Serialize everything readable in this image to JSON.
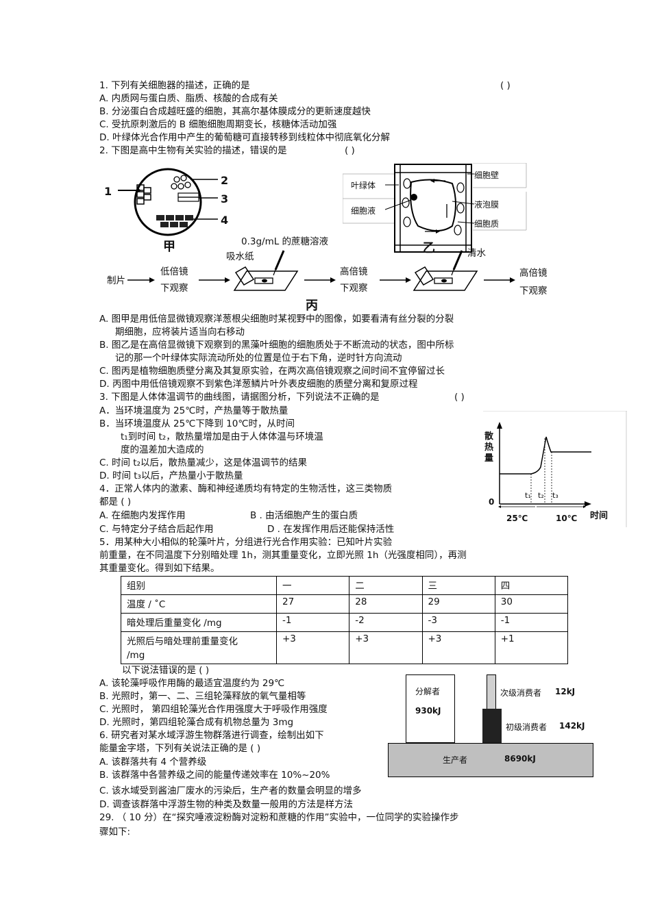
{
  "q1": {
    "stem": "1. 下列有关细胞器的描述，正确的是",
    "bracket": "(      )",
    "options": [
      "A.  内质网与蛋白质、脂质、核酸的合成有关",
      "B.  分泌蛋白合成越旺盛的细胞，其高尔基体膜成分的更新速度越快",
      "C.  受抗原刺激后的     B 细胞细胞周期变长，核糖体活动加强",
      "D.  叶绿体光合作用中产生的葡萄糖可直接转移到线粒体中彻底氧化分解"
    ]
  },
  "q2": {
    "stem": "2. 下图是高中生物有关实验的描述，错误的是",
    "bracket": "(      )",
    "fig_jia": {
      "labels": [
        "1",
        "2",
        "3",
        "4"
      ],
      "caption": "甲"
    },
    "fig_yi": {
      "left_labels": [
        "叶绿体",
        "细胞液"
      ],
      "right_labels": [
        "细胞壁",
        "液泡膜",
        "细胞质"
      ],
      "caption": "乙"
    },
    "fig_bing": {
      "step_zhipian": "制片",
      "step_low1": "低倍镜",
      "step_low2": "下观察",
      "sucrose": "0.3g/mL  的蔗糖溶液",
      "absorbent": "吸水纸",
      "step_high1": "高倍镜",
      "step_high2": "下观察",
      "water": "清水",
      "step_high3": "高倍镜",
      "step_high4": "下观察",
      "caption": "丙"
    },
    "options": [
      "A.  图甲是用低倍显微镜观察洋葱根尖细胞时某视野中的图像，如要看清有丝分裂的分裂",
      "期细胞，应将装片适当向右移动",
      "B.  图乙是在高倍显微镜下观察到的黑藻叶细胞的细胞质处于不断流动的状态，图中所标",
      "记的那一个叶绿体实际流动所处的位置是位于右下角，逆时针方向流动",
      "C.  图丙是植物细胞质壁分离及其复原实验，在两次高倍镜观察之间时间不宜停留过长",
      "D.  丙图中用低倍镜观察不到紫色洋葱鳞片叶外表皮细胞的质壁分离和复原过程"
    ]
  },
  "q3": {
    "stem": "3. 下图是人体体温调节的曲线图，请据图分析，下列说法不正确的是",
    "bracket": "(      )",
    "options": [
      "A．当环境温度为    25℃时，产热量等于散热量",
      "B．当环境温度从    25℃下降到  10℃时，从时间",
      "t₁到时间  t₂，散热量增加是由于人体体温与环境温",
      "度的温差加大造成的",
      "C.  时间   t₂以后，散热量减少，这是体温调节的结果",
      "D.  时间   t₃以后，产热量小于散热量"
    ],
    "chart": {
      "ylabel": "散热量",
      "zero": "0",
      "t1": "t₁",
      "t2": "t₂",
      "t3": "t₃",
      "seg1": "25℃",
      "seg2": "10℃",
      "xlabel": "时间"
    }
  },
  "q4": {
    "stem": "4．正常人体内的激素、酶和神经递质均有特定的生物活性，这三类物质",
    "stem2": "都是 (    )",
    "optA": "A.  在细胞内发挥作用",
    "optB": "B          .  由活细胞产生的蛋白质",
    "optC": "C.  与特定分子结合后起作用",
    "optD": "D        .  在发挥作用后还能保持活性"
  },
  "q5": {
    "stem1": "5．用某种大小相似的轮藻叶片，分组进行光合作用实验：已知叶片实验",
    "stem2": "前重量，在不同温度下分别暗处理       1h，测其重量变化，立即光照       1h（光强度相同），再测",
    "stem3": "其重量变化。得到如下结果。",
    "table": {
      "header": [
        "组别",
        "一",
        "二",
        "三",
        "四"
      ],
      "rows": [
        [
          "温度 / ˚C",
          "27",
          "28",
          "29",
          "30"
        ],
        [
          "暗处理后重量变化    /mg",
          "-1",
          "-2",
          "-3",
          "-1"
        ],
        [
          "光照后与暗处理前重量变化",
          "+3",
          "+3",
          "+3",
          "+1"
        ]
      ],
      "row3_unit": "/mg"
    },
    "sub": "以下说法错误的是        (        )",
    "options": [
      "A.  该轮藻呼吸作用酶的最适宜温度约为          29℃",
      "B.  光照时，第一、二、三组轮藻释放的氧气量相等",
      "C.  光照时，  第四组轮藻光合作用强度大于呼吸作用强度",
      "D.  光照时，第四组轮藻合成有机物总量为          3mg"
    ]
  },
  "q6": {
    "stem1": "6. 研究者对某水域浮游生物群落进行调查，绘制出如下",
    "stem2": "能量金字塔，下列有关说法正确的是          (      )",
    "options": [
      "A.  该群落共有    4 个营养级",
      "B.  该群落中各营养级之间的能量传递效率在          10%~20%",
      "C.  该水域受到酱油厂废水的污染后，生产者的数量会明显的增多",
      "D.  调查该群落中浮游生物的种类及数量一般用的方法是样方法"
    ],
    "pyramid": {
      "decomposer": "分解者",
      "decomposer_val": "930kJ",
      "secondary": "次级消费者",
      "secondary_val": "12kJ",
      "primary": "初级消费者",
      "primary_val": "142kJ",
      "producer": "生产者",
      "producer_val": "8690kJ"
    }
  },
  "q29": {
    "line1": "29.  （ 10  分）在“探究唾液淀粉酶对淀粉和蔗糖的作用”实验中，一位同学的实验操作步",
    "line2": "骤如下:"
  }
}
